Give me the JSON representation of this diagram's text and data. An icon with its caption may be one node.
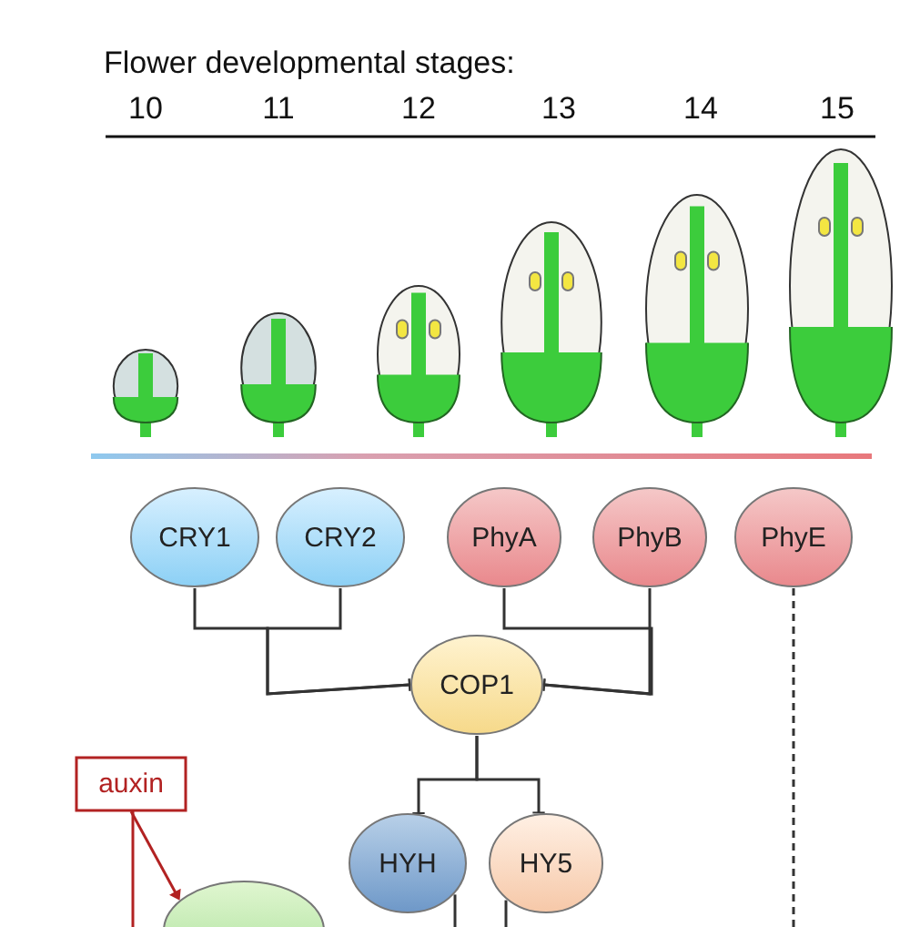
{
  "diagram": {
    "title": "Flower developmental stages:",
    "nodes": [
      {
        "text": [
          "CRY1"
        ]
      },
      {
        "text": [
          "CRY2"
        ]
      },
      {
        "text": [
          "PhyA"
        ]
      },
      {
        "text": [
          "PhyB"
        ]
      },
      {
        "text": [
          "PhyE"
        ]
      },
      {
        "text": [
          "COP1"
        ]
      },
      {
        "text": [
          "HYH"
        ]
      },
      {
        "text": [
          "HY5"
        ]
      },
      {
        "text": [
          "auxin"
        ]
      },
      {
        "text": [],
        "shape": "ellipse"
      }
    ],
    "edges": [
      {
        "from": 0,
        "to": 5,
        "arrow": "other"
      },
      {
        "from": 1,
        "to": 5,
        "arrow": "other"
      },
      {
        "from": 2,
        "to": 5,
        "arrow": "other"
      },
      {
        "from": 3,
        "to": 5,
        "arrow": "other"
      },
      {
        "from": 5,
        "to": 6,
        "arrow": "other"
      },
      {
        "from": 5,
        "to": 7,
        "arrow": "other"
      },
      {
        "from": 4,
        "to": null,
        "arrow": "none",
        "style": "dashed"
      },
      {
        "from": 6,
        "to": null,
        "arrow": "none"
      },
      {
        "from": 7,
        "to": null,
        "arrow": "none"
      },
      {
        "from": 8,
        "to": 9,
        "arrow": "to",
        "color": "#b22222"
      },
      {
        "from": 8,
        "to": null,
        "arrow": "none",
        "color": "#b22222"
      }
    ],
    "labels": [
      "10",
      "11",
      "12",
      "13",
      "14",
      "15"
    ]
  }
}
